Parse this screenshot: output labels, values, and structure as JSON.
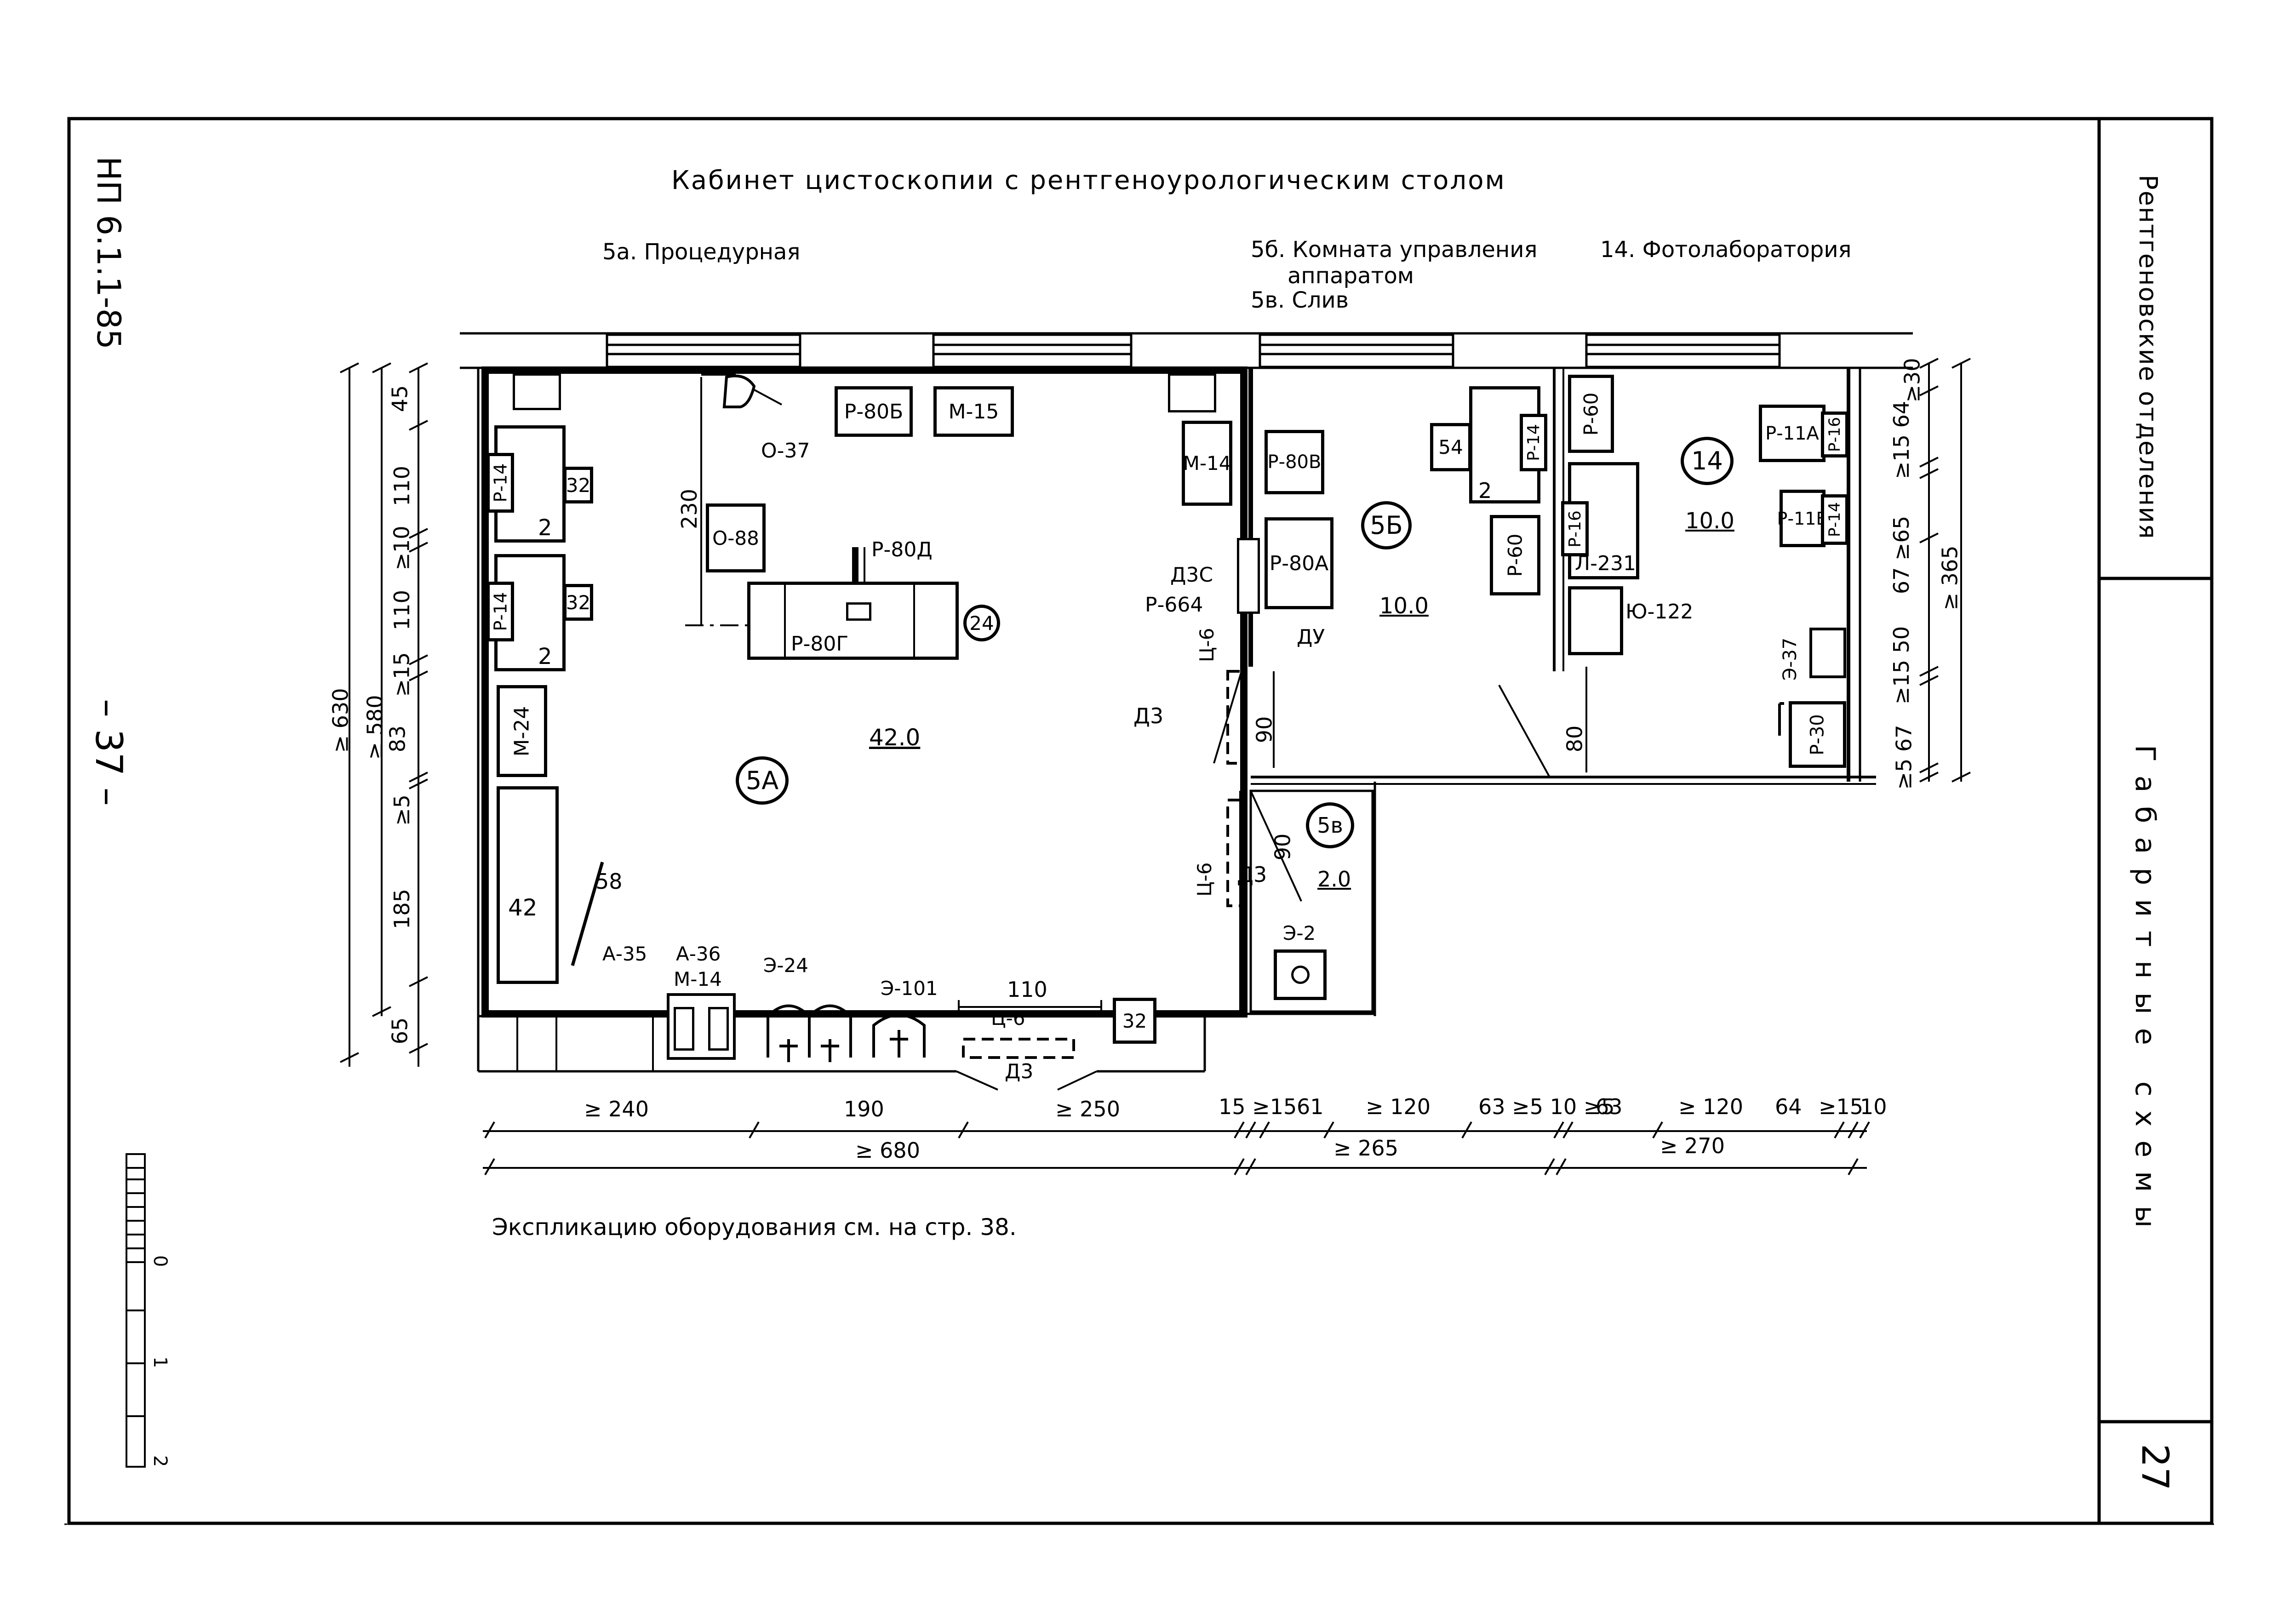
{
  "title": "Кабинет цистоскопии с рентгеноурологическим столом",
  "rooms_legend": {
    "r5a": "5а. Процедурная",
    "r5b_line1": "5б. Комната управления",
    "r5b_line2": "аппаратом",
    "r5v": "5в. Слив",
    "r14": "14. Фотолаборатория"
  },
  "left_margin": {
    "doc_code": "НП 6.1.1-85",
    "page_number": "– 37 –"
  },
  "right_panel": {
    "section_title": "Рентгеновские отделения",
    "subsection_title": "Габаритные схемы",
    "sheet_number": "27"
  },
  "footnote": "Экспликацию оборудования см. на стр. 38.",
  "scale_bar": {
    "labels": [
      "0",
      "1",
      "2"
    ]
  },
  "room_tags": {
    "r5a": "5А",
    "r5b": "5Б",
    "r5v": "5в",
    "r14": "14",
    "t24": "24"
  },
  "areas": {
    "r5a": "42.0",
    "r5b": "10.0",
    "r5v": "2.0",
    "r14": "10.0"
  },
  "equipment": {
    "p14a": "Р-14",
    "n32a": "32",
    "n2a": "2",
    "p14b": "Р-14",
    "n32b": "32",
    "n2b": "2",
    "m24": "М-24",
    "n42": "42",
    "n58": "58",
    "o37": "О-37",
    "p80b": "Р-80Б",
    "m15": "М-15",
    "o88": "О-88",
    "p80d": "Р-80Д",
    "p80g": "Р-80Г",
    "m14a": "М-14",
    "d3c": "Д3С",
    "p664": "Р-664",
    "a35": "А-35",
    "a36": "А-36",
    "m14b": "М-14",
    "e24": "Э-24",
    "e101": "Э-101",
    "c6a": "Ц-6",
    "n32c": "32",
    "d3a": "Д3",
    "c6b": "Ц-6",
    "d3b": "Д3",
    "c6c": "Ц-6",
    "d3d": "Д3",
    "p80v": "Р-80В",
    "p80a": "Р-80А",
    "du": "ДУ",
    "n54": "54",
    "n2c": "2",
    "p14c": "Р-14",
    "p60a": "Р-60",
    "p60b": "Р-60",
    "p16a": "Р-16",
    "l231": "Л-231",
    "yu122": "Ю-122",
    "p11a": "Р-11А",
    "p16b": "Р-16",
    "p11b": "Р-11Б",
    "p14d": "Р-14",
    "e37": "Э-37",
    "p30": "Р-30",
    "e2": "Э-2"
  },
  "dims": {
    "v45": "45",
    "v110a": "110",
    "v10": "≥10",
    "v110b": "110",
    "v15": "≥15",
    "v83": "83",
    "v5": "≥5",
    "v185": "185",
    "v65": "65",
    "v630": "≥ 630",
    "v580": "≥ 580",
    "v230": "230",
    "v90a": "90",
    "v90b": "90",
    "v80": "80",
    "r30": "≥30",
    "r15_64": "≥15 64",
    "r67_65": "67 ≥65",
    "r15_50": "≥15 50",
    "r5_67": "≥5 67",
    "r365": "≥ 365",
    "h240": "≥ 240",
    "h190": "190",
    "h250": "≥ 250",
    "h15_15": "15 ≥15",
    "h61": "61",
    "h120a": "≥ 120",
    "h63_5_10_5": "63 ≥5 10 ≥5",
    "h63": "63",
    "h120b": "≥ 120",
    "h64": "64",
    "h15b": "≥15",
    "h10": "10",
    "h680": "≥ 680",
    "h265": "≥ 265",
    "h270": "≥ 270",
    "h110": "110"
  }
}
